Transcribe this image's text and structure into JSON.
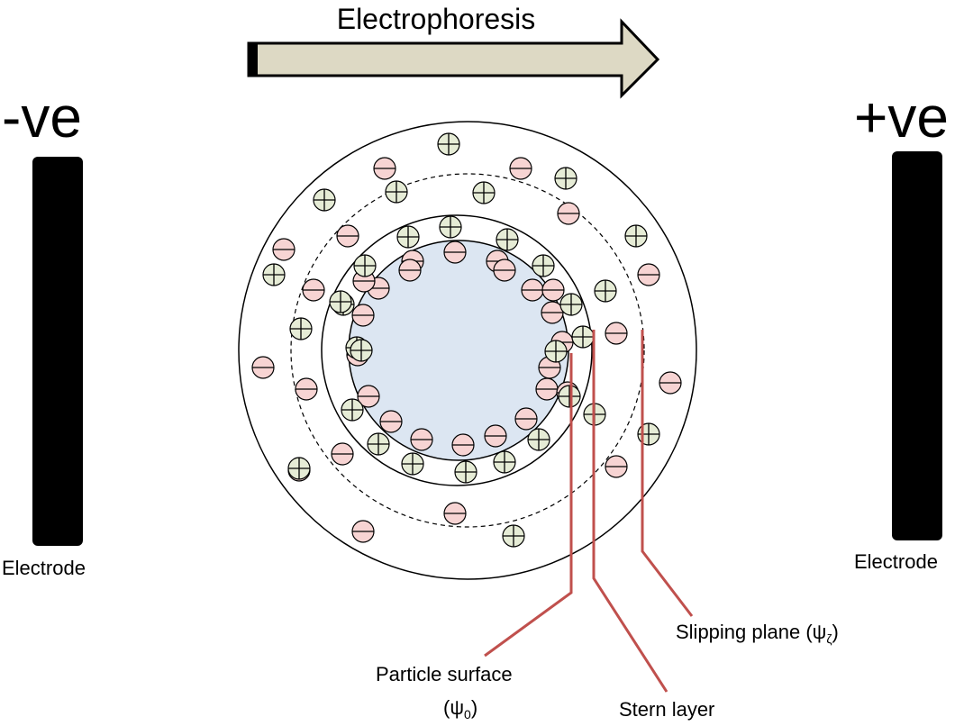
{
  "title": "Electrophoresis",
  "electrodes": {
    "left": {
      "sign": "-ve",
      "label": "Electrode"
    },
    "right": {
      "sign": "+ve",
      "label": "Electrode"
    }
  },
  "callouts": {
    "particle_surface": {
      "line1": "Particle surface",
      "symbol": "ψ",
      "subscript": "0"
    },
    "stern_layer": {
      "text": "Stern layer"
    },
    "slipping_plane": {
      "text": "Slipping plane (",
      "symbol": "ψ",
      "subscript": "ζ",
      "close": ")"
    }
  },
  "colors": {
    "particle_fill": "#dce6f2",
    "negative_ion": "#f7d4d3",
    "positive_ion": "#e6ecd6",
    "arrow_fill": "#ddd9c4",
    "callout_line": "#c0504d",
    "electrode": "#000000"
  },
  "ions": {
    "negative_count": 38,
    "positive_count": 32
  }
}
